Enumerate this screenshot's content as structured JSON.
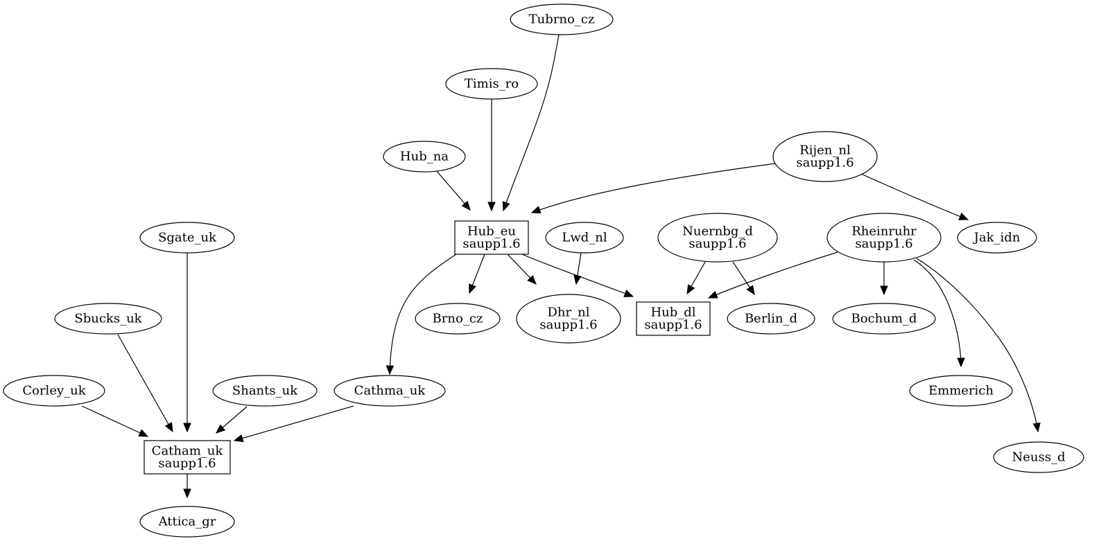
{
  "graph": {
    "nodes": [
      {
        "id": "tubrno_cz",
        "lines": [
          "Tubrno_cz"
        ],
        "shape": "ellipse"
      },
      {
        "id": "timis_ro",
        "lines": [
          "Timis_ro"
        ],
        "shape": "ellipse"
      },
      {
        "id": "hub_na",
        "lines": [
          "Hub_na"
        ],
        "shape": "ellipse"
      },
      {
        "id": "rijen_nl",
        "lines": [
          "Rijen_nl",
          "saupp1.6"
        ],
        "shape": "ellipse"
      },
      {
        "id": "hub_eu",
        "lines": [
          "Hub_eu",
          "saupp1.6"
        ],
        "shape": "box"
      },
      {
        "id": "lwd_nl",
        "lines": [
          "Lwd_nl"
        ],
        "shape": "ellipse"
      },
      {
        "id": "nuernbg_d",
        "lines": [
          "Nuernbg_d",
          "saupp1.6"
        ],
        "shape": "ellipse"
      },
      {
        "id": "rheinruhr",
        "lines": [
          "Rheinruhr",
          "saupp1.6"
        ],
        "shape": "ellipse"
      },
      {
        "id": "jak_idn",
        "lines": [
          "Jak_idn"
        ],
        "shape": "ellipse"
      },
      {
        "id": "sgate_uk",
        "lines": [
          "Sgate_uk"
        ],
        "shape": "ellipse"
      },
      {
        "id": "brno_cz",
        "lines": [
          "Brno_cz"
        ],
        "shape": "ellipse"
      },
      {
        "id": "dhr_nl",
        "lines": [
          "Dhr_nl",
          "saupp1.6"
        ],
        "shape": "ellipse"
      },
      {
        "id": "hub_dl",
        "lines": [
          "Hub_dl",
          "saupp1.6"
        ],
        "shape": "box"
      },
      {
        "id": "berlin_d",
        "lines": [
          "Berlin_d"
        ],
        "shape": "ellipse"
      },
      {
        "id": "bochum_d",
        "lines": [
          "Bochum_d"
        ],
        "shape": "ellipse"
      },
      {
        "id": "sbucks_uk",
        "lines": [
          "Sbucks_uk"
        ],
        "shape": "ellipse"
      },
      {
        "id": "corley_uk",
        "lines": [
          "Corley_uk"
        ],
        "shape": "ellipse"
      },
      {
        "id": "shants_uk",
        "lines": [
          "Shants_uk"
        ],
        "shape": "ellipse"
      },
      {
        "id": "cathma_uk",
        "lines": [
          "Cathma_uk"
        ],
        "shape": "ellipse"
      },
      {
        "id": "emmerich",
        "lines": [
          "Emmerich"
        ],
        "shape": "ellipse"
      },
      {
        "id": "catham_uk",
        "lines": [
          "Catham_uk",
          "saupp1.6"
        ],
        "shape": "box"
      },
      {
        "id": "neuss_d",
        "lines": [
          "Neuss_d"
        ],
        "shape": "ellipse"
      },
      {
        "id": "attica_gr",
        "lines": [
          "Attica_gr"
        ],
        "shape": "ellipse"
      }
    ],
    "edges": [
      {
        "from": "tubrno_cz",
        "to": "hub_eu"
      },
      {
        "from": "timis_ro",
        "to": "hub_eu"
      },
      {
        "from": "hub_na",
        "to": "hub_eu"
      },
      {
        "from": "rijen_nl",
        "to": "hub_eu"
      },
      {
        "from": "rijen_nl",
        "to": "jak_idn"
      },
      {
        "from": "hub_eu",
        "to": "brno_cz"
      },
      {
        "from": "hub_eu",
        "to": "dhr_nl"
      },
      {
        "from": "hub_eu",
        "to": "hub_dl"
      },
      {
        "from": "hub_eu",
        "to": "cathma_uk"
      },
      {
        "from": "lwd_nl",
        "to": "dhr_nl"
      },
      {
        "from": "nuernbg_d",
        "to": "hub_dl"
      },
      {
        "from": "nuernbg_d",
        "to": "berlin_d"
      },
      {
        "from": "rheinruhr",
        "to": "hub_dl"
      },
      {
        "from": "rheinruhr",
        "to": "bochum_d"
      },
      {
        "from": "rheinruhr",
        "to": "emmerich"
      },
      {
        "from": "rheinruhr",
        "to": "neuss_d"
      },
      {
        "from": "sgate_uk",
        "to": "catham_uk"
      },
      {
        "from": "sbucks_uk",
        "to": "catham_uk"
      },
      {
        "from": "corley_uk",
        "to": "catham_uk"
      },
      {
        "from": "shants_uk",
        "to": "catham_uk"
      },
      {
        "from": "cathma_uk",
        "to": "catham_uk"
      },
      {
        "from": "catham_uk",
        "to": "attica_gr"
      }
    ]
  }
}
